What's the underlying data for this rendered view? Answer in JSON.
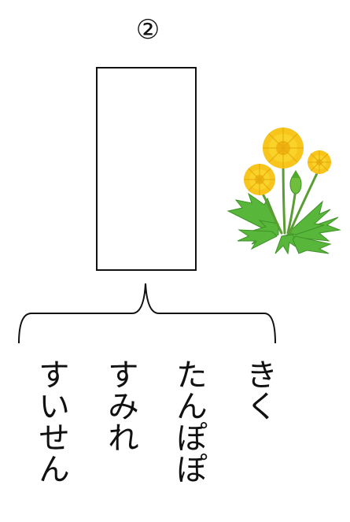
{
  "question": {
    "number": "②"
  },
  "image": {
    "icon": "dandelion-icon"
  },
  "choices": [
    {
      "label": "すいせん"
    },
    {
      "label": "すみれ"
    },
    {
      "label": "たんぽぽ"
    },
    {
      "label": "きく"
    }
  ]
}
